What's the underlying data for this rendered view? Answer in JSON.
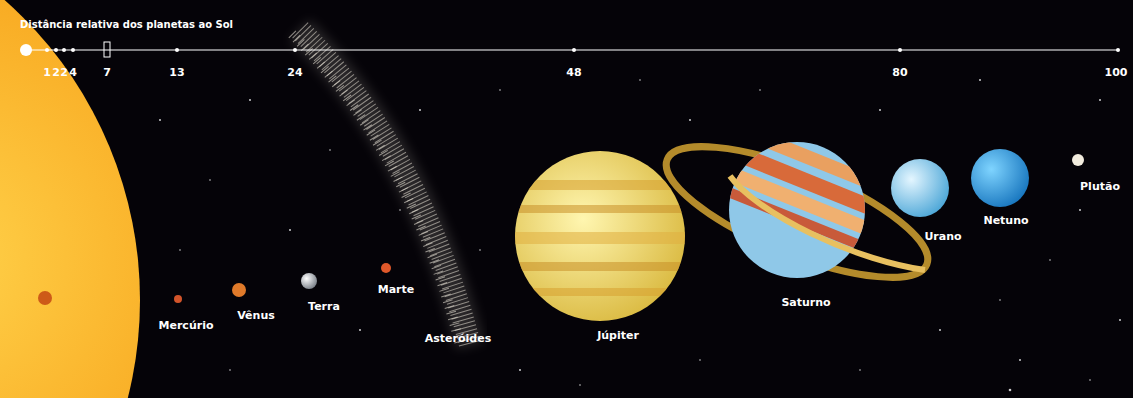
{
  "diagram": {
    "title": "Distância relativa dos planetas ao Sol",
    "labels": [
      "1",
      "2",
      "2",
      "4",
      "7",
      "13",
      "24",
      "48",
      "80",
      "100",
      "Mercúrio",
      "Vênus",
      "Terra",
      "Marte",
      "Asteróides",
      "Júpiter",
      "Saturno",
      "Urano",
      "Netuno",
      "Plutão"
    ]
  }
}
